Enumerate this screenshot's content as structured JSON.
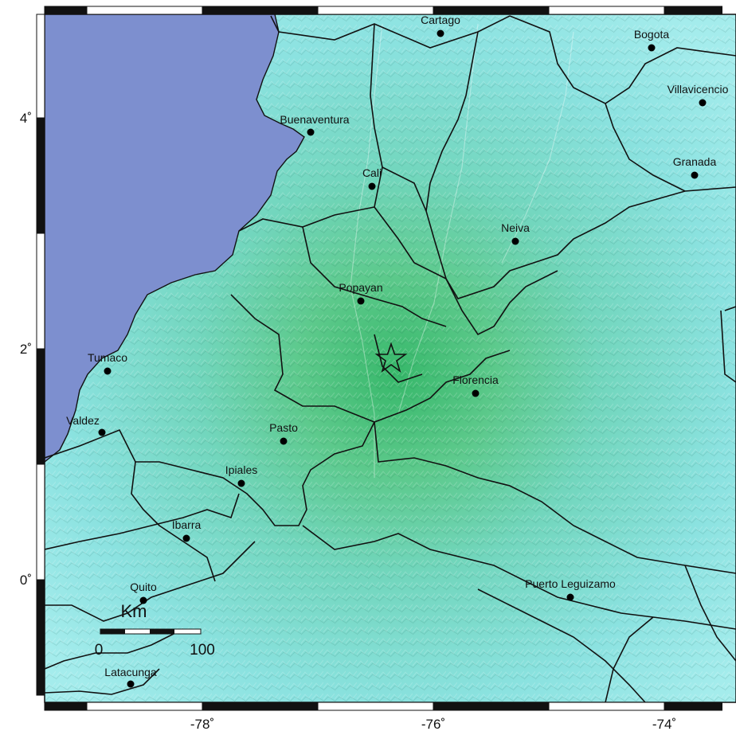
{
  "map": {
    "colors": {
      "ocean": "#7d8fcf",
      "land_low": "#8fe8e6",
      "land_mid": "#6fd6c8",
      "land_high": "#2fb276",
      "border": "#111111",
      "frame_dark": "#111111",
      "frame_light": "#ffffff"
    },
    "lon_ticks": [
      {
        "label": "-78˚",
        "value": -78
      },
      {
        "label": "-76˚",
        "value": -76
      },
      {
        "label": "-74˚",
        "value": -74
      }
    ],
    "lat_ticks": [
      {
        "label": "4˚",
        "value": 4
      },
      {
        "label": "2˚",
        "value": 2
      },
      {
        "label": "0˚",
        "value": 0
      }
    ],
    "cities": [
      {
        "name": "Cartago"
      },
      {
        "name": "Bogota"
      },
      {
        "name": "Villavicencio"
      },
      {
        "name": "Buenaventura"
      },
      {
        "name": "Cali"
      },
      {
        "name": "Granada"
      },
      {
        "name": "Neiva"
      },
      {
        "name": "Popayan"
      },
      {
        "name": "Tumaco"
      },
      {
        "name": "Florencia"
      },
      {
        "name": "Valdez"
      },
      {
        "name": "Pasto"
      },
      {
        "name": "Ipiales"
      },
      {
        "name": "Ibarra"
      },
      {
        "name": "Puerto Leguizamo"
      },
      {
        "name": "Quito"
      },
      {
        "name": "Latacunga"
      }
    ],
    "epicenter_icon": "star-icon",
    "scale_bar": {
      "title": "Km",
      "label_start": "0",
      "label_end": "100"
    }
  }
}
